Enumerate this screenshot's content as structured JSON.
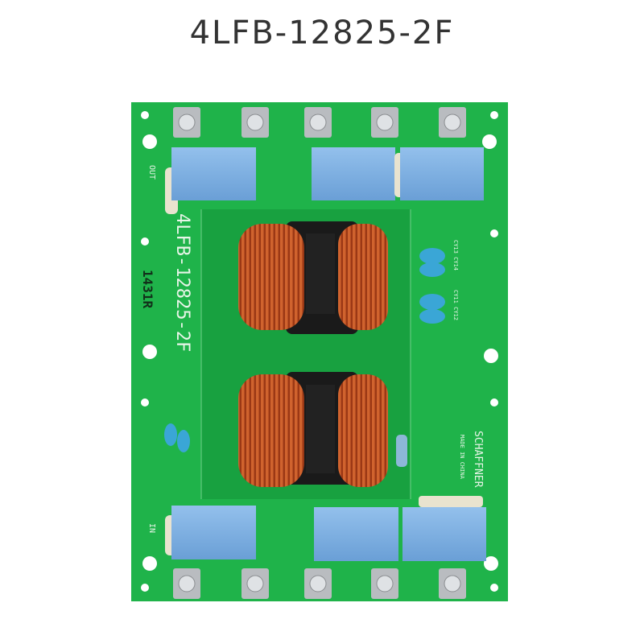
{
  "title": "4LFB-12825-2F",
  "board": {
    "part_number": "4LFB-12825-2F",
    "code": "1431R",
    "out_label": "OUT",
    "in_label": "IN",
    "brand": "SCHAFFNER",
    "made_in": "MADE IN CHINA",
    "cap_labels": [
      "CY13 CY14",
      "CY11 CY12"
    ],
    "colors": {
      "pcb": "#1fb34a",
      "capacitor": "#7fb0e0",
      "coil": "#b5461e",
      "background": "#ffffff"
    }
  }
}
